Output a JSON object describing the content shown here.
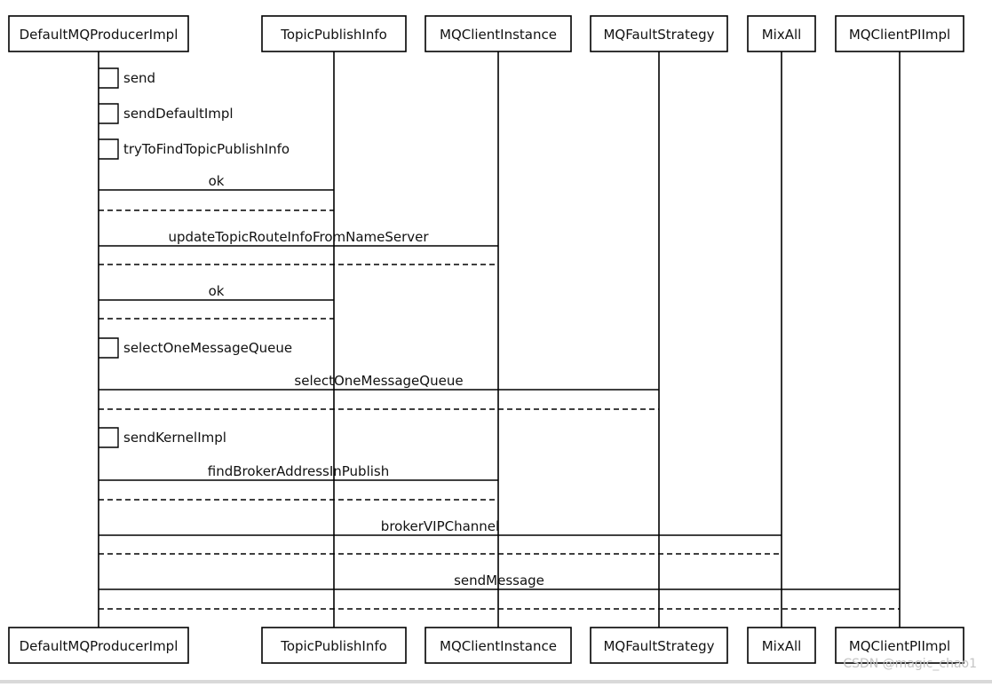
{
  "participants": [
    {
      "id": "producer",
      "label": "DefaultMQProducerImpl"
    },
    {
      "id": "topic",
      "label": "TopicPublishInfo"
    },
    {
      "id": "client",
      "label": "MQClientInstance"
    },
    {
      "id": "fault",
      "label": "MQFaultStrategy"
    },
    {
      "id": "mixall",
      "label": "MixAll"
    },
    {
      "id": "api",
      "label": "MQClientPIImpl"
    }
  ],
  "messages": [
    {
      "kind": "self",
      "label": "send"
    },
    {
      "kind": "self",
      "label": "sendDefaultImpl"
    },
    {
      "kind": "self",
      "label": "tryToFindTopicPublishInfo"
    },
    {
      "kind": "call",
      "to": "topic",
      "label": "ok"
    },
    {
      "kind": "return",
      "to": "topic"
    },
    {
      "kind": "call",
      "to": "client",
      "label": "updateTopicRouteInfoFromNameServer"
    },
    {
      "kind": "return",
      "to": "client"
    },
    {
      "kind": "call",
      "to": "topic",
      "label": "ok"
    },
    {
      "kind": "return",
      "to": "topic"
    },
    {
      "kind": "self",
      "label": "selectOneMessageQueue"
    },
    {
      "kind": "call",
      "to": "fault",
      "label": "selectOneMessageQueue"
    },
    {
      "kind": "return",
      "to": "fault"
    },
    {
      "kind": "self",
      "label": "sendKernelImpl"
    },
    {
      "kind": "call",
      "to": "client",
      "label": "findBrokerAddressInPublish"
    },
    {
      "kind": "return",
      "to": "client"
    },
    {
      "kind": "call",
      "to": "mixall",
      "label": "brokerVIPChannel"
    },
    {
      "kind": "return",
      "to": "mixall"
    },
    {
      "kind": "call",
      "to": "api",
      "label": "sendMessage"
    },
    {
      "kind": "return",
      "to": "api"
    }
  ],
  "watermark": "CSDN @magic_chao1",
  "colors": {
    "line": "#000000",
    "background": "#ffffff",
    "watermark": "#c4c4c4"
  }
}
